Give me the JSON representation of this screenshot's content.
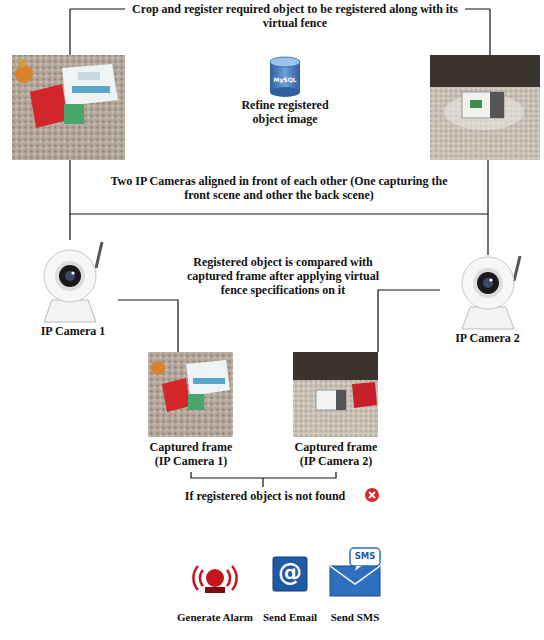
{
  "diagram": {
    "nodes": [
      {
        "text": [
          "MySQL",
          "Refine registered object image"
        ]
      },
      {
        "text": [
          "IP Camera 1"
        ]
      },
      {
        "text": [
          "IP Camera 2"
        ]
      },
      {
        "text": [
          "Captured frame (IP Camera 1)"
        ]
      },
      {
        "text": [
          "Captured frame (IP Camera 2)"
        ]
      },
      {
        "text": [
          "Generate Alarm"
        ]
      },
      {
        "text": [
          "@",
          "Send Email"
        ]
      },
      {
        "text": [
          "SMS",
          "Send SMS"
        ]
      }
    ],
    "edges": [
      {
        "from": 1,
        "to": 2,
        "arrow": "none",
        "label": "Two IP Cameras aligned in front of each other (One capturing the front scene and other the back scene)"
      },
      {
        "from": 1,
        "to": 3,
        "arrow": "none"
      },
      {
        "from": 2,
        "to": 4,
        "arrow": "none"
      },
      {
        "from": 3,
        "to": 4,
        "arrow": "none"
      }
    ],
    "labels": [
      "Crop and register required object to be registered along with its virtual fence",
      "Registered object is compared with captured frame after applying virtual fence specifications on it",
      "If registered object is not found"
    ]
  }
}
